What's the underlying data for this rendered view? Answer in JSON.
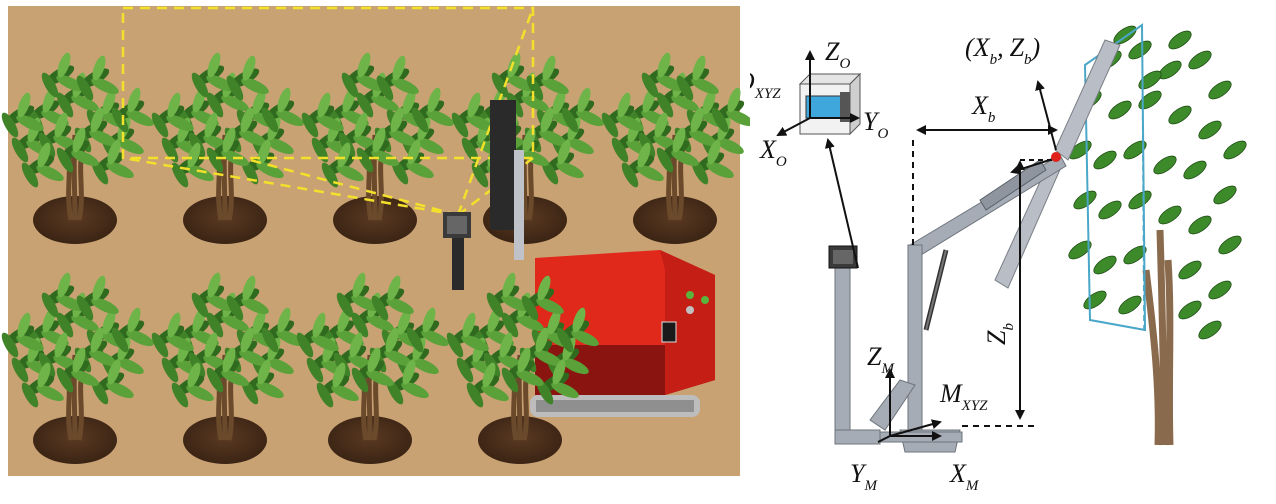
{
  "colors": {
    "ground": "#c9a274",
    "foliage_dark": "#2f6a1e",
    "foliage_light": "#5aa13a",
    "robot_body": "#e0281b",
    "robot_dark": "#8a1510",
    "fov_lines": "#f2e02a",
    "canopy_outline": "#4aa7c8",
    "camera_screen": "#3fa7dc",
    "arm_gray": "#a6acb5",
    "target_point": "#e0201a"
  },
  "icons": {
    "camera": "depth-camera-icon",
    "robot": "tracked-robot-icon",
    "target": "target-point-icon"
  },
  "camera_frame": {
    "origin": {
      "main": "O",
      "sub": "XYZ"
    },
    "x_axis": {
      "main": "X",
      "sub": "O"
    },
    "y_axis": {
      "main": "Y",
      "sub": "O"
    },
    "z_axis": {
      "main": "Z",
      "sub": "O"
    }
  },
  "robot_frame": {
    "origin": {
      "main": "M",
      "sub": "XYZ"
    },
    "x_axis": {
      "main": "X",
      "sub": "M"
    },
    "y_axis": {
      "main": "Y",
      "sub": "M"
    },
    "z_axis": {
      "main": "Z",
      "sub": "M"
    }
  },
  "target": {
    "open": "(",
    "x": {
      "main": "X",
      "sub": "b"
    },
    "sep": ",",
    "z": {
      "main": "Z",
      "sub": "b"
    },
    "close": ")"
  },
  "dimensions": {
    "horizontal": {
      "main": "X",
      "sub": "b"
    },
    "vertical": {
      "main": "Z",
      "sub": "b"
    }
  }
}
